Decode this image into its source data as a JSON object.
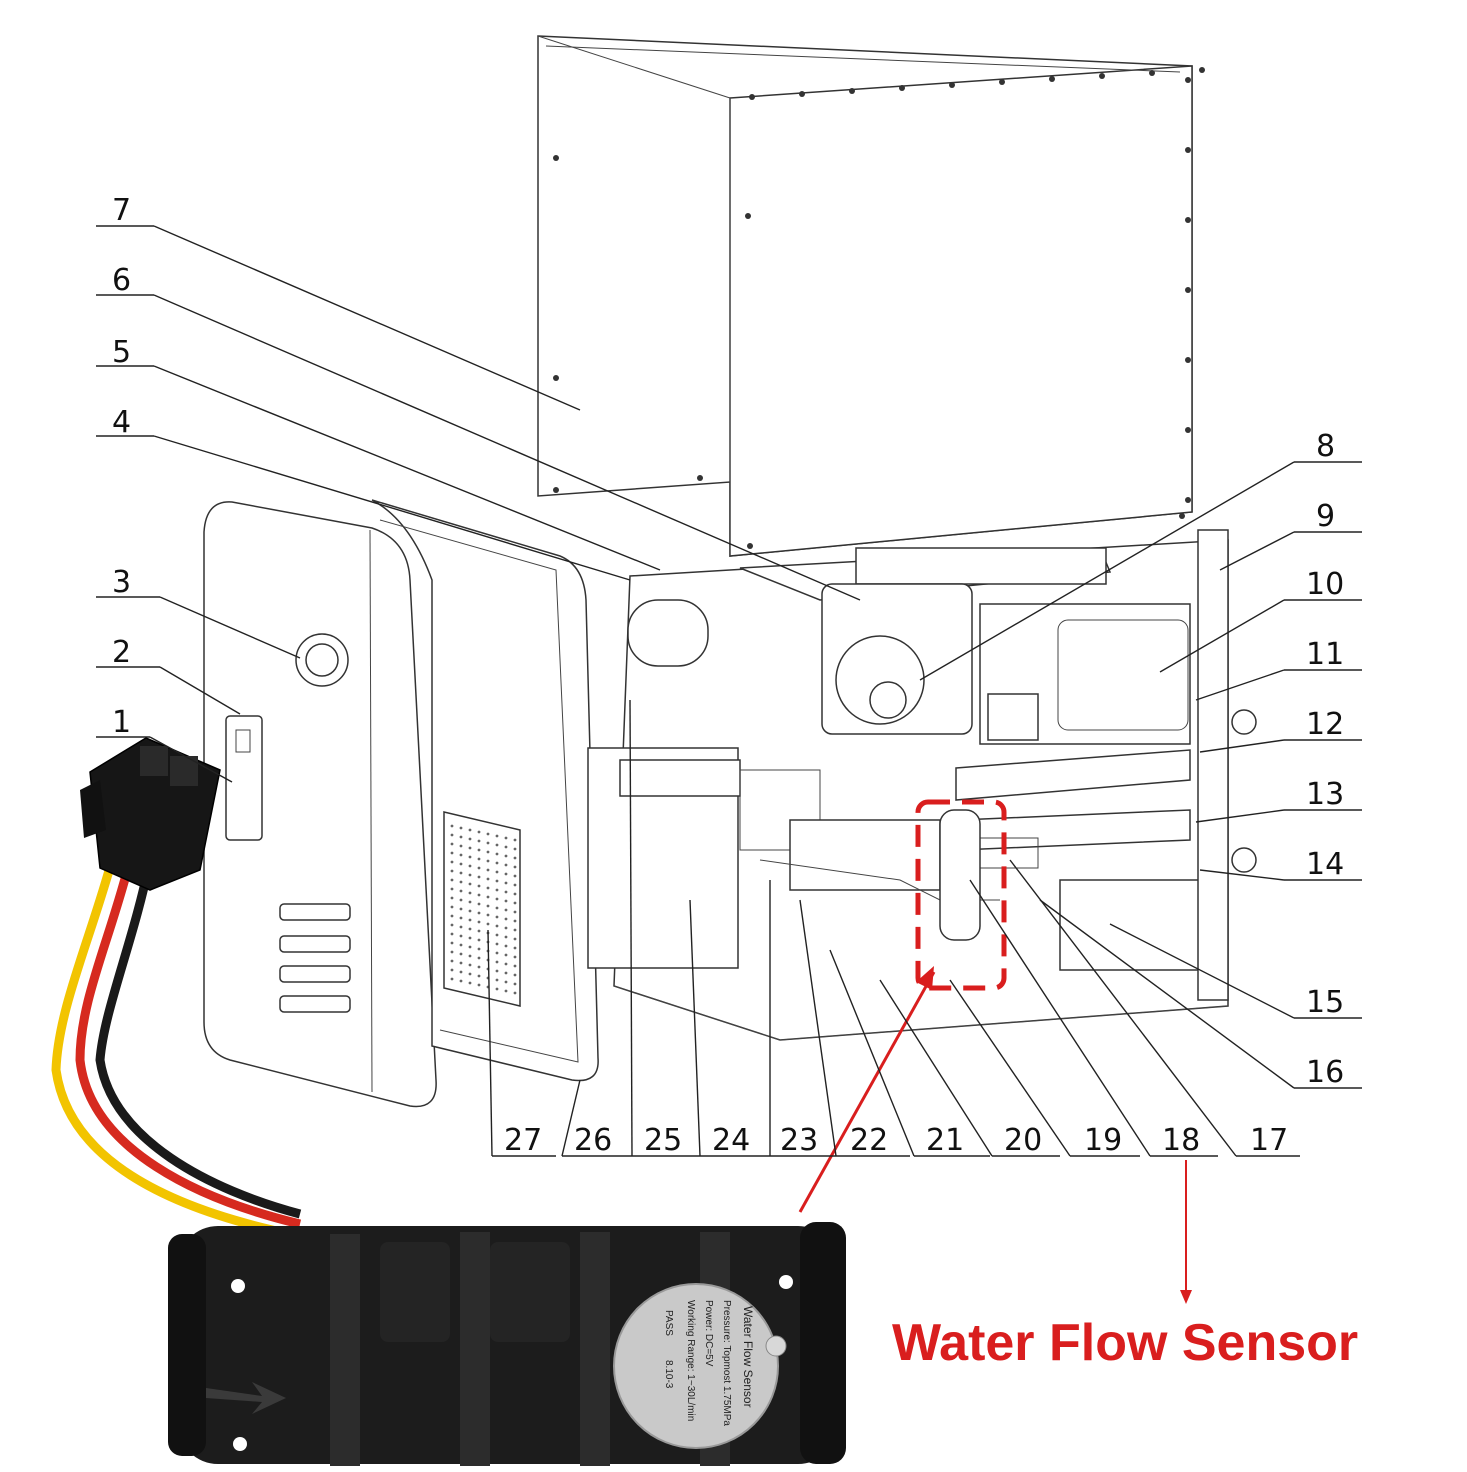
{
  "callouts": [
    {
      "id": "1",
      "label": "1"
    },
    {
      "id": "2",
      "label": "2"
    },
    {
      "id": "3",
      "label": "3"
    },
    {
      "id": "4",
      "label": "4"
    },
    {
      "id": "5",
      "label": "5"
    },
    {
      "id": "6",
      "label": "6"
    },
    {
      "id": "7",
      "label": "7"
    },
    {
      "id": "8",
      "label": "8"
    },
    {
      "id": "9",
      "label": "9"
    },
    {
      "id": "10",
      "label": "10"
    },
    {
      "id": "11",
      "label": "11"
    },
    {
      "id": "12",
      "label": "12"
    },
    {
      "id": "13",
      "label": "13"
    },
    {
      "id": "14",
      "label": "14"
    },
    {
      "id": "15",
      "label": "15"
    },
    {
      "id": "16",
      "label": "16"
    },
    {
      "id": "17",
      "label": "17"
    },
    {
      "id": "18",
      "label": "18"
    },
    {
      "id": "19",
      "label": "19"
    },
    {
      "id": "20",
      "label": "20"
    },
    {
      "id": "21",
      "label": "21"
    },
    {
      "id": "22",
      "label": "22"
    },
    {
      "id": "23",
      "label": "23"
    },
    {
      "id": "24",
      "label": "24"
    },
    {
      "id": "25",
      "label": "25"
    },
    {
      "id": "26",
      "label": "26"
    },
    {
      "id": "27",
      "label": "27"
    }
  ],
  "highlight": {
    "part": "18",
    "title": "Water Flow Sensor",
    "color": "#d91e1e"
  },
  "sensor_label": {
    "heading": "Water Flow Sensor",
    "lines": [
      "Pressure: Topmost 1.75MPa",
      "Power: DC=5V",
      "Working Range: 1~30L/min"
    ],
    "pass": "PASS",
    "code": "8.10-3"
  },
  "colors": {
    "wire_red": "#d62a1f",
    "wire_yellow": "#f2c400",
    "wire_black": "#1a1a1a",
    "sensor_body": "#1c1c1c",
    "label_plate": "#c9c9c9"
  }
}
